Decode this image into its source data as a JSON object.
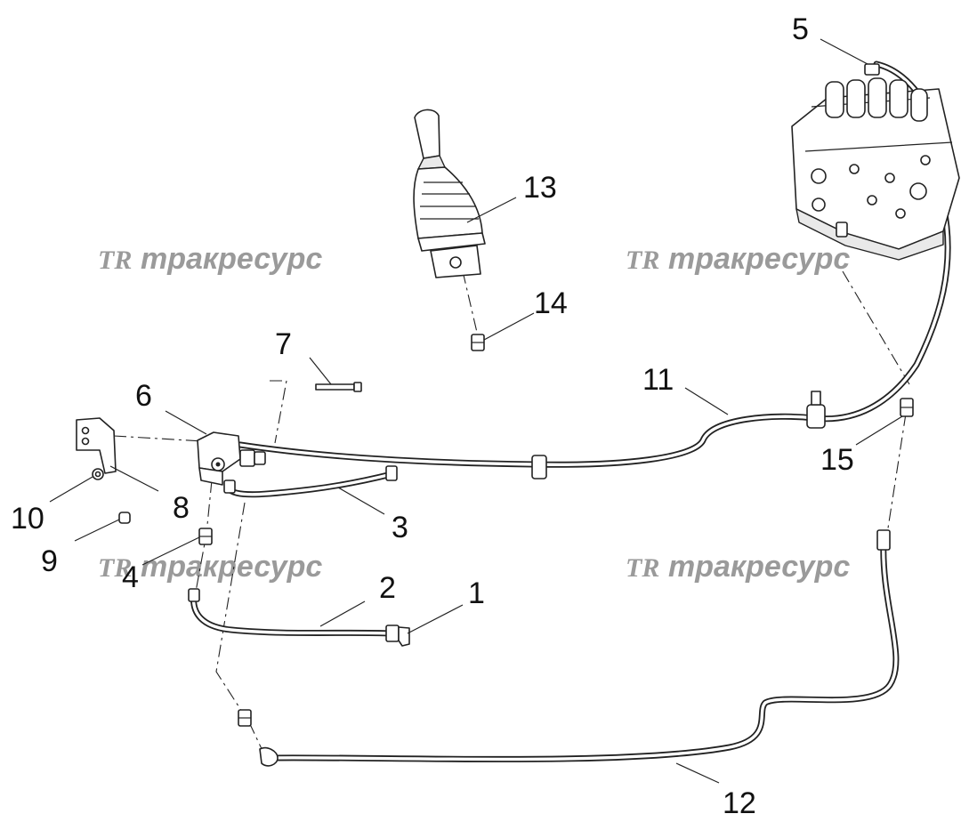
{
  "watermarks": [
    {
      "logo": "TR",
      "text": "тракресурс"
    },
    {
      "logo": "TR",
      "text": "тракресурс"
    },
    {
      "logo": "TR",
      "text": "тракресурс"
    },
    {
      "logo": "TR",
      "text": "тракресурс"
    }
  ],
  "callouts": [
    "1",
    "2",
    "3",
    "4",
    "5",
    "6",
    "7",
    "8",
    "9",
    "10",
    "11",
    "12",
    "13",
    "14",
    "15"
  ],
  "colors": {
    "line": "#222222",
    "watermark": "#9a9a9a",
    "background": "#ffffff"
  }
}
